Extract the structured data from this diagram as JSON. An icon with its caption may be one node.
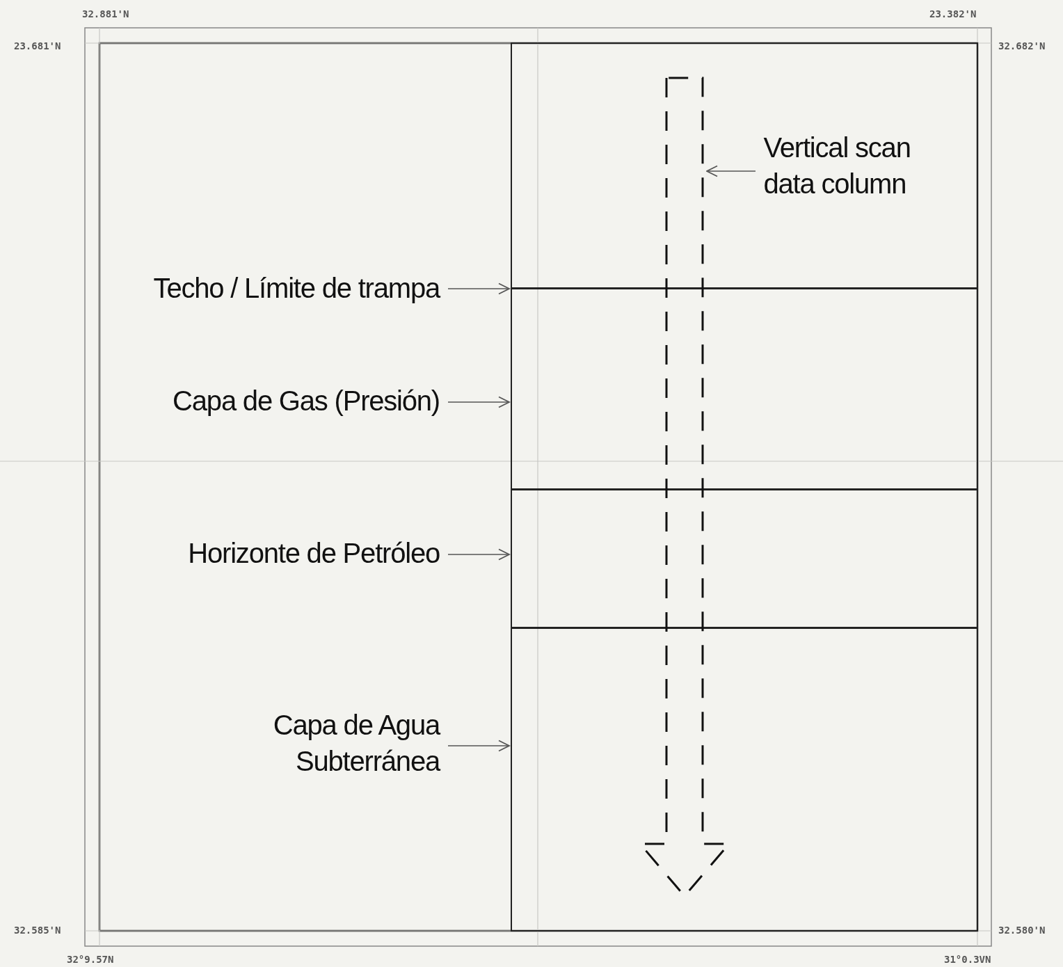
{
  "diagram": {
    "nodes": [
      {
        "text": [
          "Techo / Límite de trampa"
        ]
      },
      {
        "text": [
          "Capa de Gas (Presión)"
        ]
      },
      {
        "text": [
          "Horizonte de Petróleo"
        ]
      },
      {
        "text": [
          "Capa de Agua Subterránea"
        ]
      },
      {
        "text": [
          "Vertical scan data column"
        ],
        "in": 5
      },
      {
        "text": [],
        "shape": "box"
      },
      {
        "text": [],
        "shape": "box"
      },
      {
        "text": [],
        "shape": "box"
      },
      {
        "text": [],
        "shape": "box"
      },
      {
        "text": [],
        "shape": "arrow"
      }
    ],
    "edges": [
      {
        "from": 0,
        "to": 6,
        "arrow": "to"
      },
      {
        "from": 1,
        "to": 6,
        "arrow": "to"
      },
      {
        "from": 2,
        "to": 7,
        "arrow": "to"
      },
      {
        "from": 3,
        "to": 8,
        "arrow": "to"
      },
      {
        "from": 4,
        "to": 9,
        "arrow": "to"
      }
    ],
    "labels": [
      "32.881'N",
      "23.382'N",
      "23.681'N",
      "32.682'N",
      "32.585'N",
      "32.580'N",
      "32°9.57N",
      "31°0.3VN"
    ]
  }
}
